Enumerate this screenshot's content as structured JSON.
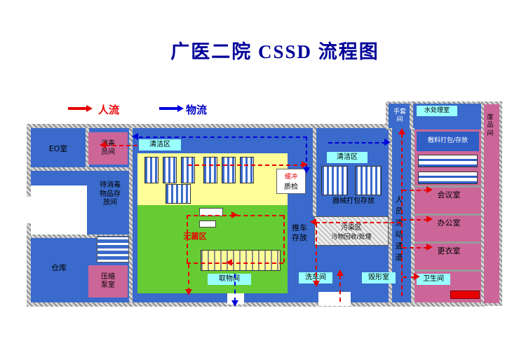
{
  "title": "广医二院 CSSD 流程图",
  "legend": {
    "people": "人流",
    "material": "物流"
  },
  "rooms": {
    "eo": "EO室",
    "disinfection_staff": "消毒员间",
    "pending_storage": "待消毒物品存放间",
    "warehouse": "仓库",
    "compression_pump": "压缩泵室",
    "clean_left": "清洁区",
    "sterile": "无菌区",
    "buffer": "缓冲",
    "qc": "质检",
    "cart_storage": "推车存放",
    "pickup": "取物间",
    "clean_right": "清洁区",
    "instrument_packing": "器械打包存放",
    "contaminated_title": "污染区",
    "contaminated_sub": "污物回收/处理",
    "cart_wash": "洗车间",
    "destruction": "毁形室",
    "personnel_channel": "人员流动通道",
    "glove": "手套间",
    "water_treatment": "水处理室",
    "scrap": "废品间",
    "dressing": "敷料打包/存放",
    "meeting": "会议室",
    "office": "办公室",
    "changing": "更衣室",
    "toilet": "卫生间"
  },
  "colors": {
    "title_text": "#000099",
    "people_flow": "#ee0000",
    "material_flow": "#0000cc",
    "floor": "#3a6acb",
    "sterile_zone": "#66cc33",
    "work_zone": "#ffff99",
    "office_zone": "#cc6699",
    "label_highlight": "#99ffff"
  }
}
